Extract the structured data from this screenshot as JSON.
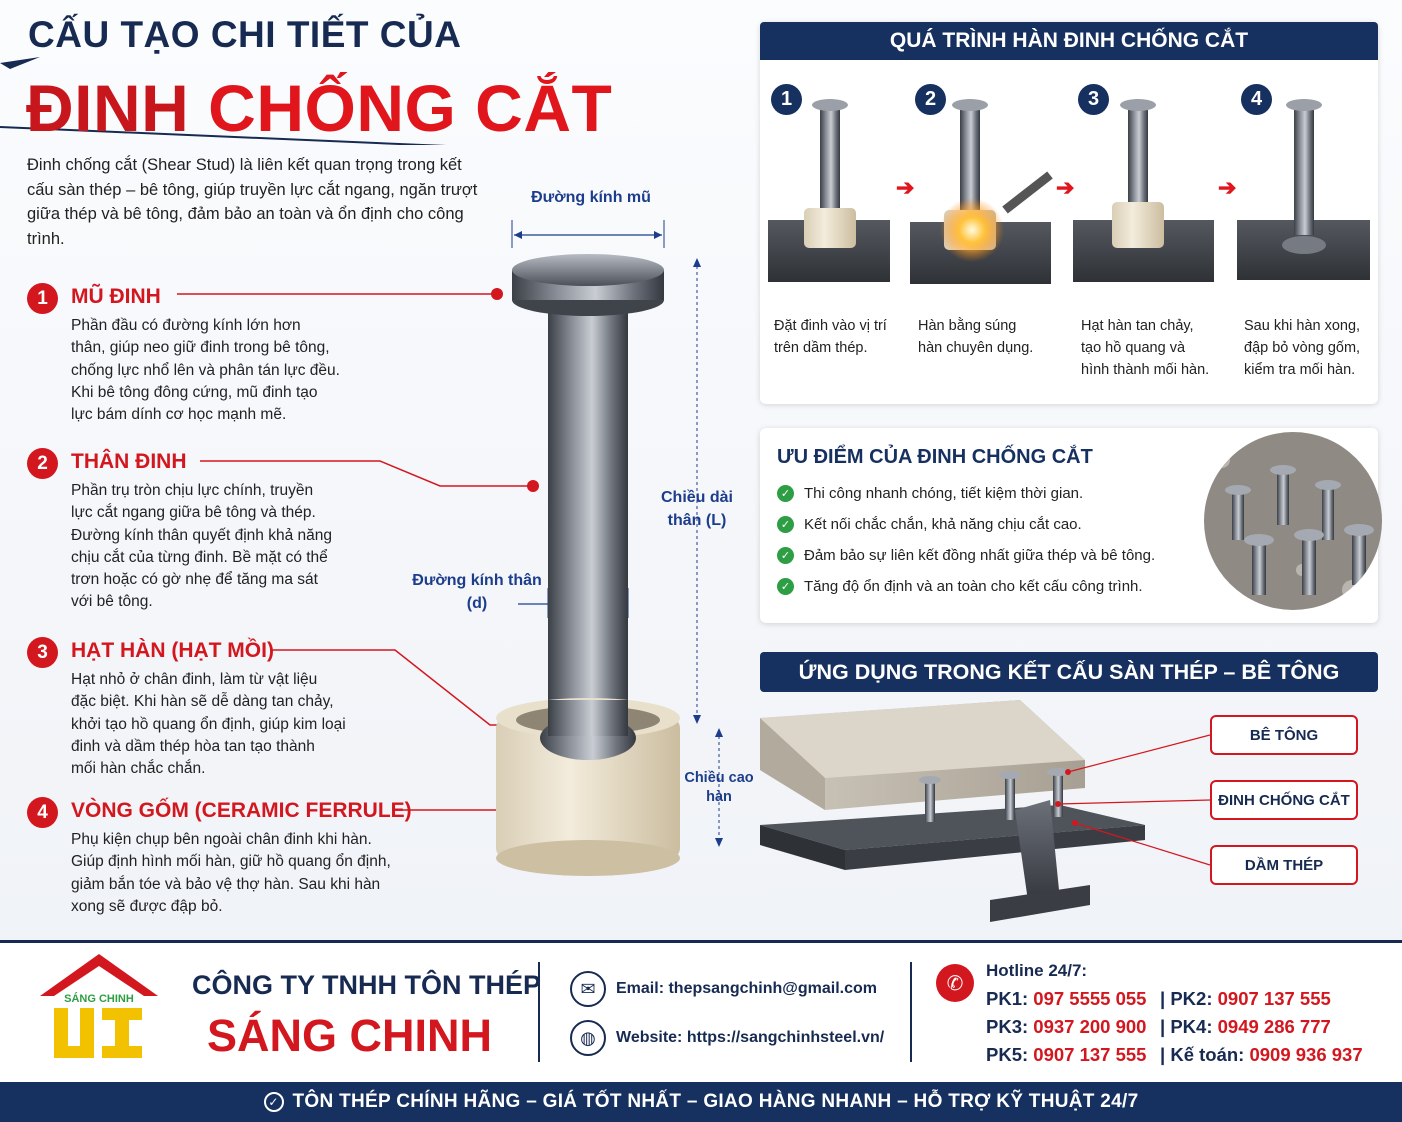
{
  "header": {
    "title_line1": "CẤU TẠO CHI TIẾT CỦA",
    "title_word1": "ĐINH",
    "title_word2": "CHỐNG CẮT"
  },
  "intro": "Đinh chống cắt (Shear Stud) là liên kết quan trọng trong kết cấu sàn thép – bê tông, giúp truyền lực cắt ngang, ngăn trượt giữa thép và bê tông, đảm bảo an toàn và ổn định cho công trình.",
  "parts": [
    {
      "num": "1",
      "title": "MŨ ĐINH",
      "desc": [
        "Phần đầu có đường kính lớn hơn",
        "thân, giúp neo giữ đinh trong bê tông,",
        "chống lực nhổ lên và phân tán lực đều.",
        "Khi bê tông đông cứng, mũ đinh tạo",
        "lực bám dính cơ học mạnh mẽ."
      ]
    },
    {
      "num": "2",
      "title": "THÂN ĐINH",
      "desc": [
        "Phần trụ tròn chịu lực chính, truyền",
        "lực cắt ngang giữa bê tông và thép.",
        "Đường kính thân quyết định khả năng",
        "chịu cắt của từng đinh. Bề mặt có thể",
        "trơn hoặc có gờ nhẹ để tăng ma sát",
        "với bê tông."
      ]
    },
    {
      "num": "3",
      "title": "HẠT HÀN (HẠT MỒI)",
      "desc": [
        "Hạt nhỏ ở chân đinh, làm từ vật liệu",
        "đặc biệt. Khi hàn sẽ dễ dàng tan chảy,",
        "khởi tạo hồ quang ổn định, giúp kim loại",
        "đinh và dầm thép hòa tan tạo thành",
        "mối hàn chắc chắn."
      ]
    },
    {
      "num": "4",
      "title": "VÒNG GỐM (CERAMIC FERRULE)",
      "desc": [
        "Phụ kiện chụp bên ngoài chân đinh khi hàn.",
        "Giúp định hình mối hàn, giữ hồ quang ổn định,",
        "giảm bắn tóe và bảo vệ thợ hàn. Sau khi hàn",
        "xong sẽ được đập bỏ."
      ]
    }
  ],
  "dims": {
    "head_dia": "Đường kính mũ",
    "length_1": "Chiều dài",
    "length_2": "thân (L)",
    "shank_1": "Đường kính thân",
    "shank_2": "(d)",
    "weld_1": "Chiều cao",
    "weld_2": "hàn"
  },
  "process": {
    "title": "QUÁ TRÌNH HÀN ĐINH CHỐNG CẮT",
    "steps": [
      {
        "num": "1",
        "text": [
          "Đặt đinh vào vị trí",
          "trên dầm thép."
        ]
      },
      {
        "num": "2",
        "text": [
          "Hàn bằng súng",
          "hàn chuyên dụng."
        ]
      },
      {
        "num": "3",
        "text": [
          "Hạt hàn tan chảy,",
          "tạo hồ quang và",
          "hình thành mối hàn."
        ]
      },
      {
        "num": "4",
        "text": [
          "Sau khi hàn xong,",
          "đập bỏ vòng gốm,",
          "kiểm tra mối hàn."
        ]
      }
    ]
  },
  "advantages": {
    "title": "ƯU ĐIỂM CỦA ĐINH CHỐNG CẮT",
    "items": [
      "Thi công nhanh chóng, tiết kiệm thời gian.",
      "Kết nối chắc chắn, khả năng chịu cắt cao.",
      "Đảm bảo sự liên kết đồng nhất giữa thép và bê tông.",
      "Tăng độ ổn định và an toàn cho kết cấu công trình."
    ]
  },
  "application": {
    "title": "ỨNG DỤNG TRONG KẾT CẤU SÀN THÉP – BÊ TÔNG",
    "labels": [
      "BÊ TÔNG",
      "ĐINH CHỐNG CẮT",
      "DẦM THÉP"
    ]
  },
  "company": {
    "logo_text": "SÁNG CHINH",
    "line1": "CÔNG TY TNHH TÔN THÉP",
    "line2": "SÁNG CHINH",
    "email_label": "Email:",
    "email": "thepsangchinh@gmail.com",
    "website_label": "Website:",
    "website": "https://sangchinhsteel.vn/"
  },
  "hotline": {
    "title": "Hotline 24/7:",
    "rows": [
      [
        {
          "k": "PK1:",
          "v": "097 5555 055"
        },
        {
          "k": "PK2:",
          "v": "0907 137 555"
        }
      ],
      [
        {
          "k": "PK3:",
          "v": "0937 200 900"
        },
        {
          "k": "PK4:",
          "v": "0949 286 777"
        }
      ],
      [
        {
          "k": "PK5:",
          "v": "0907 137 555"
        },
        {
          "k": "Kế toán:",
          "v": "0909 936 937"
        }
      ]
    ]
  },
  "tagline": "TÔN THÉP CHÍNH HÃNG – GIÁ TỐT NHẤT – GIAO HÀNG NHANH – HỖ TRỢ KỸ THUẬT 24/7",
  "colors": {
    "navy": "#16305f",
    "red": "#d3171f",
    "green": "#2e9e45"
  }
}
